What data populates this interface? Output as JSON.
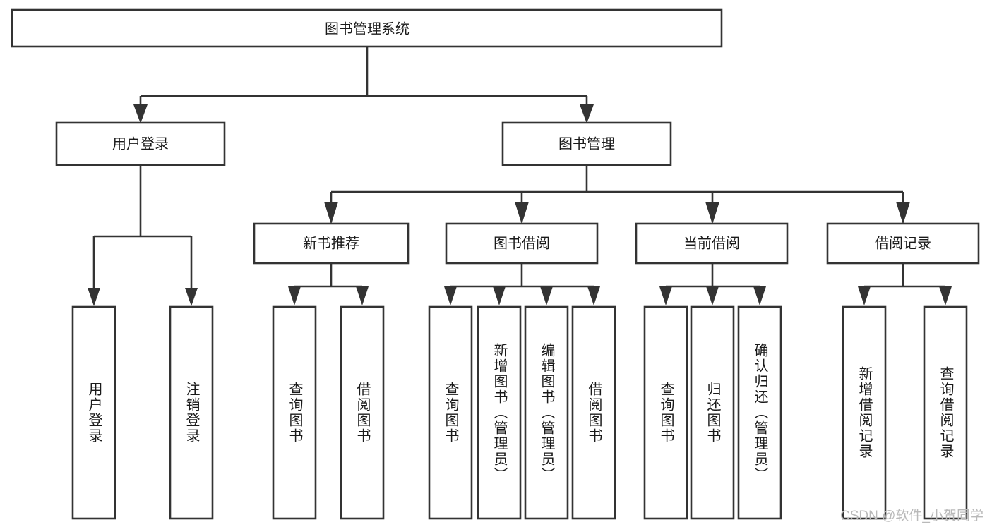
{
  "diagram": {
    "type": "tree-hierarchy",
    "title": "图书管理系统",
    "orientation": "top-down",
    "colors": {
      "box_stroke": "#333333",
      "box_fill": "#ffffff",
      "text": "#1a1a1a",
      "background": "#ffffff",
      "watermark": "#b9b9b9"
    },
    "root": {
      "id": "root",
      "label": "图书管理系统",
      "text_direction": "horizontal"
    },
    "level2": [
      {
        "id": "user-login",
        "label": "用户登录",
        "text_direction": "horizontal"
      },
      {
        "id": "book-management",
        "label": "图书管理",
        "text_direction": "horizontal"
      }
    ],
    "level3": [
      {
        "id": "new-book-recommend",
        "label": "新书推荐",
        "parent": "book-management",
        "text_direction": "horizontal"
      },
      {
        "id": "book-borrow",
        "label": "图书借阅",
        "parent": "book-management",
        "text_direction": "horizontal"
      },
      {
        "id": "current-borrow",
        "label": "当前借阅",
        "parent": "book-management",
        "text_direction": "horizontal"
      },
      {
        "id": "borrow-record",
        "label": "借阅记录",
        "parent": "book-management",
        "text_direction": "horizontal"
      }
    ],
    "leaves": [
      {
        "id": "leaf-user-login",
        "label": "用户登录",
        "parent": "user-login",
        "text_direction": "vertical"
      },
      {
        "id": "leaf-logout",
        "label": "注销登录",
        "parent": "user-login",
        "text_direction": "vertical"
      },
      {
        "id": "leaf-query-book-1",
        "label": "查询图书",
        "parent": "new-book-recommend",
        "text_direction": "vertical"
      },
      {
        "id": "leaf-borrow-book-1",
        "label": "借阅图书",
        "parent": "new-book-recommend",
        "text_direction": "vertical"
      },
      {
        "id": "leaf-query-book-2",
        "label": "查询图书",
        "parent": "book-borrow",
        "text_direction": "vertical"
      },
      {
        "id": "leaf-add-book",
        "label": "新增图书（管理员）",
        "parent": "book-borrow",
        "text_direction": "vertical"
      },
      {
        "id": "leaf-edit-book",
        "label": "编辑图书（管理员）",
        "parent": "book-borrow",
        "text_direction": "vertical"
      },
      {
        "id": "leaf-borrow-book-2",
        "label": "借阅图书",
        "parent": "book-borrow",
        "text_direction": "vertical"
      },
      {
        "id": "leaf-query-book-3",
        "label": "查询图书",
        "parent": "current-borrow",
        "text_direction": "vertical"
      },
      {
        "id": "leaf-return-book",
        "label": "归还图书",
        "parent": "current-borrow",
        "text_direction": "vertical"
      },
      {
        "id": "leaf-confirm-return",
        "label": "确认归还（管理员）",
        "parent": "current-borrow",
        "text_direction": "vertical"
      },
      {
        "id": "leaf-add-record",
        "label": "新增借阅记录",
        "parent": "borrow-record",
        "text_direction": "vertical"
      },
      {
        "id": "leaf-query-record",
        "label": "查询借阅记录",
        "parent": "borrow-record",
        "text_direction": "vertical"
      }
    ]
  },
  "watermark": {
    "text": "CSDN @软件_小贺同学"
  }
}
